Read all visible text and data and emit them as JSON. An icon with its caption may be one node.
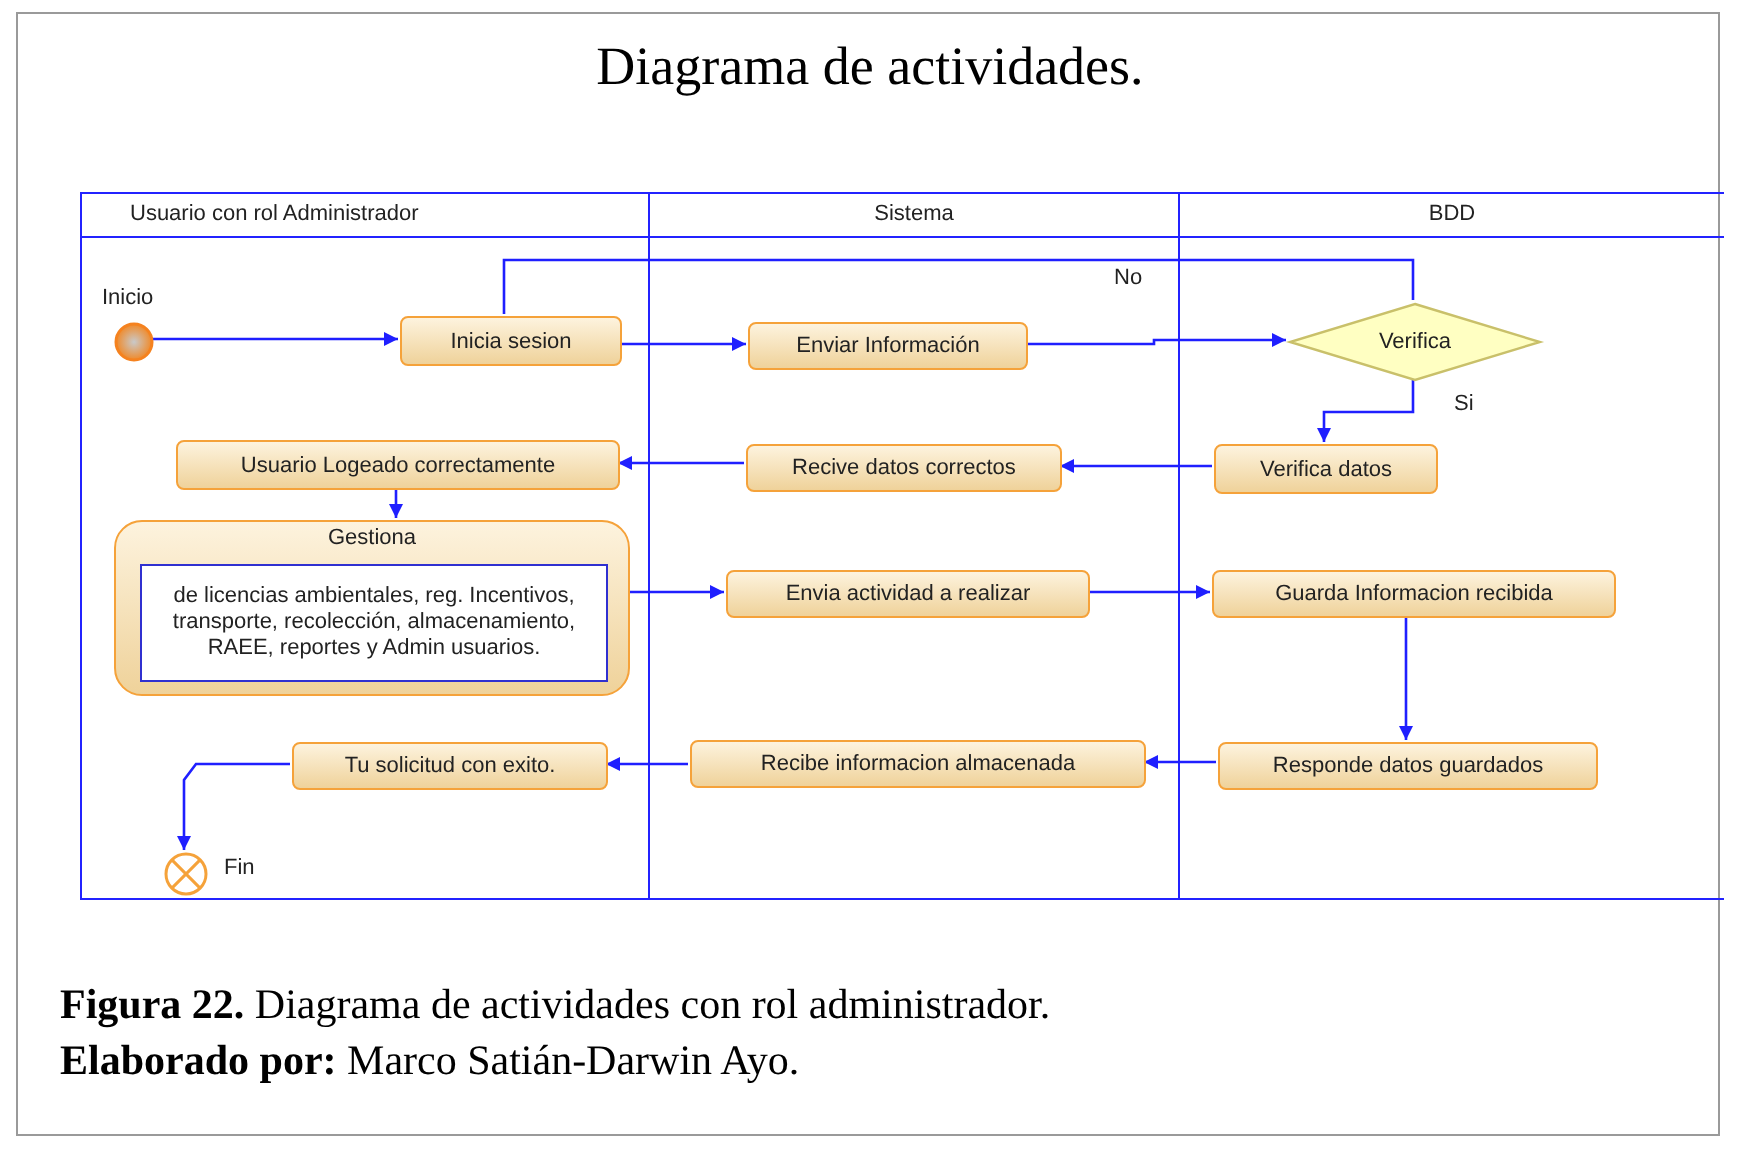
{
  "diagram": {
    "title": "Diagrama de actividades.",
    "caption": "**Figura 22.** Diagrama de actividades con rol administrador.",
    "nodes": [
      {
        "text": [
          "Usuario con rol Administrador"
        ]
      },
      {
        "text": [
          "Sistema"
        ]
      },
      {
        "text": [
          "BDD"
        ]
      },
      {
        "text": [],
        "shape": "circle",
        "beside": [
          "Inicio"
        ],
        "in": 0
      },
      {
        "text": [
          "Inicia sesion"
        ],
        "in": 0
      },
      {
        "text": [
          "Enviar Información"
        ],
        "in": 1
      },
      {
        "text": [
          "Verifica"
        ],
        "in": 2
      },
      {
        "text": [
          "Verifica datos"
        ],
        "in": 2
      },
      {
        "text": [
          "Recive datos correctos"
        ],
        "in": 1
      },
      {
        "text": [
          "Usuario Logeado correctamente"
        ],
        "in": 0
      },
      {
        "text": [
          "Gestiona"
        ],
        "in": 0
      },
      {
        "text": [
          "de licencias ambientales, reg. Incentivos, transporte, recolección, almacenamiento, RAEE, reportes y Admin usuarios."
        ],
        "in": 10
      },
      {
        "text": [
          "Envia actividad a realizar"
        ],
        "in": 1
      },
      {
        "text": [
          "Guarda Informacion recibida"
        ],
        "in": 2
      },
      {
        "text": [
          "Responde datos guardados"
        ],
        "in": 2
      },
      {
        "text": [
          "Recibe informacion almacenada"
        ],
        "in": 1
      },
      {
        "text": [
          "Tu solicitud con exito."
        ],
        "in": 0
      },
      {
        "text": [],
        "shape": "circle",
        "beside": [
          "Fin"
        ],
        "in": 0
      }
    ],
    "edges": [
      {
        "from": 3,
        "to": 4,
        "arrow": "to"
      },
      {
        "from": 4,
        "to": 5,
        "arrow": "to"
      },
      {
        "from": 5,
        "to": 6,
        "arrow": "to"
      },
      {
        "from": 6,
        "to": 4,
        "arrow": "none",
        "label": "No"
      },
      {
        "from": 6,
        "to": 7,
        "arrow": "to",
        "label": "Si"
      },
      {
        "from": 7,
        "to": 8,
        "arrow": "to"
      },
      {
        "from": 8,
        "to": 9,
        "arrow": "to"
      },
      {
        "from": 9,
        "to": 10,
        "arrow": "to"
      },
      {
        "from": 10,
        "to": 12,
        "arrow": "to"
      },
      {
        "from": 12,
        "to": 13,
        "arrow": "to"
      },
      {
        "from": 13,
        "to": 14,
        "arrow": "to"
      },
      {
        "from": 14,
        "to": 15,
        "arrow": "to"
      },
      {
        "from": 15,
        "to": 16,
        "arrow": "to"
      },
      {
        "from": 16,
        "to": 17,
        "arrow": "to"
      }
    ],
    "labels": [
      "**Elaborado por:** Marco Satián-Darwin Ayo."
    ]
  }
}
